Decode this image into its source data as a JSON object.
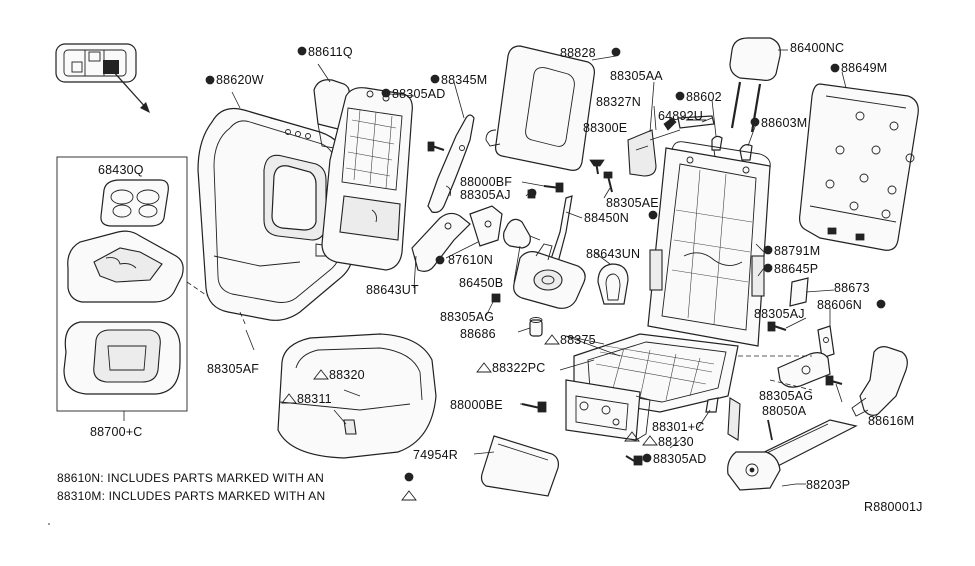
{
  "labels": {
    "l88611Q": "88611Q",
    "l88620W": "88620W",
    "l88345M": "88345M",
    "l88305AD_top": "88305AD",
    "l88828": "88828",
    "l88305AA": "88305AA",
    "l86400NC": "86400NC",
    "l88649M": "88649M",
    "l88327N": "88327N",
    "l88602": "88602",
    "l88300E": "88300E",
    "l64892U": "64892U",
    "l88603M": "88603M",
    "l68430Q": "68430Q",
    "l88000BF": "88000BF",
    "l88305AJ_left": "88305AJ",
    "l88305AE": "88305AE",
    "l88450N": "88450N",
    "l87610N": "87610N",
    "l88643UN": "88643UN",
    "l88791M": "88791M",
    "l86450B": "86450B",
    "l88645P": "88645P",
    "l88643UT": "88643UT",
    "l88673": "88673",
    "l88606N": "88606N",
    "l88305AG_left": "88305AG",
    "l88305AJ_right": "88305AJ",
    "l88686": "88686",
    "l88375": "88375",
    "l88305AF": "88305AF",
    "l88320": "88320",
    "l88322PC": "88322PC",
    "l88305AG_right": "88305AG",
    "l88050A": "88050A",
    "l88311": "88311",
    "l88000BE": "88000BE",
    "l88301C": "88301+C",
    "l88616M": "88616M",
    "l88700C": "88700+C",
    "l88130": "88130",
    "l74954R": "74954R",
    "l88305AD_bottom": "88305AD",
    "l88203P": "88203P"
  },
  "notes": {
    "line1": "88610N: INCLUDES PARTS MARKED WITH AN",
    "line2": "88310M: INCLUDES PARTS MARKED WITH AN"
  },
  "diagram_code": "R880001J",
  "symbols": {
    "filled_dot": "88610N marker",
    "triangle": "88310M marker"
  }
}
